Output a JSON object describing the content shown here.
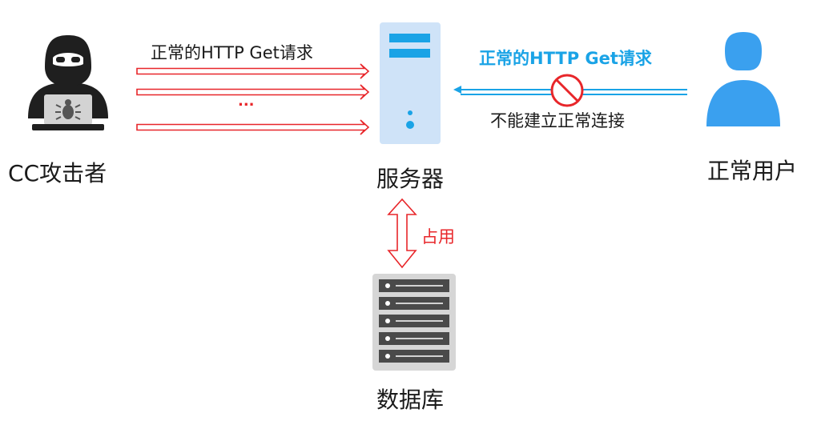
{
  "nodes": {
    "attacker": {
      "label": "CC攻击者"
    },
    "server": {
      "label": "服务器"
    },
    "user": {
      "label": "正常用户"
    },
    "database": {
      "label": "数据库"
    }
  },
  "attack_flow": {
    "request_label": "正常的HTTP Get请求",
    "ellipsis": "..."
  },
  "user_flow": {
    "request_label": "正常的HTTP Get请求",
    "blocked_label": "不能建立正常连接"
  },
  "db_link": {
    "label": "占用"
  },
  "colors": {
    "attack": "#e8262a",
    "user": "#1aa3e6",
    "server_panel": "#cfe3f8",
    "server_accent": "#1aa3e6",
    "figure": "#1f1f1f",
    "person": "#3aa0ef",
    "db_panel": "#d6d6d6",
    "db_drawer": "#4a4a4a"
  }
}
